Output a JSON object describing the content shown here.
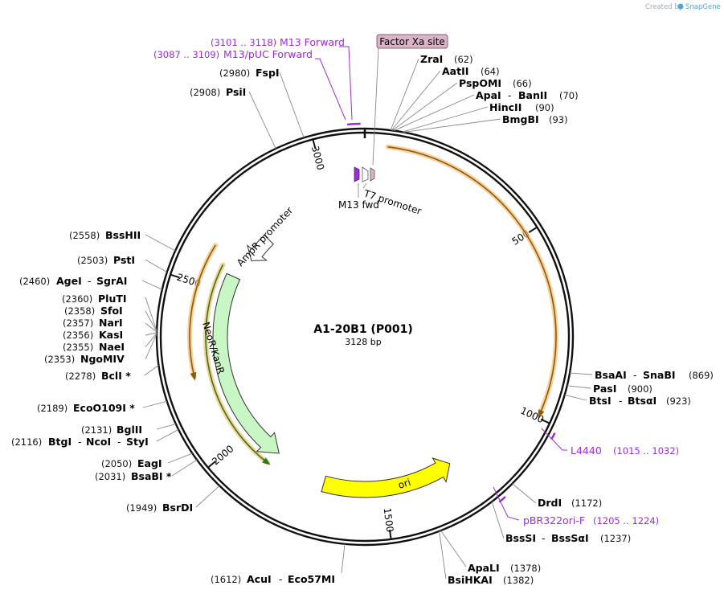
{
  "credit": {
    "prefix": "Created by",
    "brand": "SnapGene"
  },
  "plasmid": {
    "name": "A1-20B1 (P001)",
    "length_label": "3128 bp",
    "length": 3128
  },
  "ticks": [
    {
      "label": "500",
      "pos": 500
    },
    {
      "label": "1000",
      "pos": 1000
    },
    {
      "label": "1500",
      "pos": 1500
    },
    {
      "label": "2000",
      "pos": 2000
    },
    {
      "label": "2500",
      "pos": 2500
    },
    {
      "label": "3000",
      "pos": 3000
    }
  ],
  "features": [
    {
      "name": "NeoR/KanR",
      "label": "NeoR/KanR",
      "start": 2560,
      "end": 1880,
      "color": "#c8f7c5",
      "stroke": "#333333",
      "direction": "reverse"
    },
    {
      "name": "ori",
      "label": "ori",
      "start": 1270,
      "end": 1680,
      "color": "#ffff00",
      "stroke": "#333333",
      "direction": "reverse"
    },
    {
      "name": "AmpR promoter",
      "label": "AmpR promoter",
      "start": 2570,
      "end": 2700,
      "color": "#ffffff",
      "stroke": "#333333",
      "direction": "reverse"
    },
    {
      "name": "M13 fwd",
      "label": "M13 fwd",
      "color": "#9a2fd0"
    },
    {
      "name": "T7 promoter",
      "label": "T7 promoter",
      "color": "#ffffff"
    },
    {
      "name": "Factor Xa site",
      "label": "Factor Xa site",
      "color": "#d9b3c6"
    }
  ],
  "orfs": [
    {
      "start": 60,
      "end": 1000,
      "direction": "forward"
    },
    {
      "start": 2620,
      "end": 2220,
      "direction": "reverse"
    },
    {
      "start": 2580,
      "end": 1880,
      "direction": "reverse"
    }
  ],
  "enzymes_right": [
    {
      "name": "ZraI",
      "pos": "(62)"
    },
    {
      "name": "AatII",
      "pos": "(64)"
    },
    {
      "name": "PspOMI",
      "pos": "(66)"
    },
    {
      "name": "ApaI",
      "name2": "BanII",
      "pos": "(70)"
    },
    {
      "name": "HincII",
      "pos": "(90)"
    },
    {
      "name": "BmgBI",
      "pos": "(93)"
    },
    {
      "name": "BsaAI",
      "name2": "SnaBI",
      "pos": "(869)"
    },
    {
      "name": "PasI",
      "pos": "(900)"
    },
    {
      "name": "BtsI",
      "name2": "BtsαI",
      "pos": "(923)"
    },
    {
      "name": "DrdI",
      "pos": "(1172)"
    },
    {
      "name": "BssSI",
      "name2": "BssSαI",
      "pos": "(1237)"
    },
    {
      "name": "ApaLI",
      "pos": "(1378)"
    },
    {
      "name": "BsiHKAI",
      "pos": "(1382)"
    }
  ],
  "enzymes_left": [
    {
      "name": "FspI",
      "pos": "(2980)"
    },
    {
      "name": "PsiI",
      "pos": "(2908)"
    },
    {
      "name": "BssHII",
      "pos": "(2558)"
    },
    {
      "name": "PstI",
      "pos": "(2503)"
    },
    {
      "name": "AgeI",
      "name2": "SgrAI",
      "pos": "(2460)"
    },
    {
      "name": "PluTI",
      "pos": "(2360)"
    },
    {
      "name": "SfoI",
      "pos": "(2358)"
    },
    {
      "name": "NarI",
      "pos": "(2357)"
    },
    {
      "name": "KasI",
      "pos": "(2356)"
    },
    {
      "name": "NaeI",
      "pos": "(2355)"
    },
    {
      "name": "NgoMIV",
      "pos": "(2353)"
    },
    {
      "name": "BclI *",
      "pos": "(2278)"
    },
    {
      "name": "EcoO109I *",
      "pos": "(2189)"
    },
    {
      "name": "BglII",
      "pos": "(2131)"
    },
    {
      "name": "BtgI",
      "name2": "NcoI",
      "name3": "StyI",
      "pos": "(2116)"
    },
    {
      "name": "EagI",
      "pos": "(2050)"
    },
    {
      "name": "BsaBI *",
      "pos": "(2031)"
    },
    {
      "name": "BsrDI",
      "pos": "(1949)"
    }
  ],
  "enzymes_bottom": [
    {
      "name": "AcuI",
      "name2": "Eco57MI",
      "pos": "(1612)"
    }
  ],
  "primers": [
    {
      "name": "M13 Forward",
      "pos": "(3101 .. 3118)"
    },
    {
      "name": "M13/pUC Forward",
      "pos": "(3087 .. 3109)"
    },
    {
      "name": "L4440",
      "pos": "(1015 .. 1032)"
    },
    {
      "name": "pBR322ori-F",
      "pos": "(1205 .. 1224)"
    }
  ],
  "colors": {
    "primer": "#9a2fd0",
    "orf": "#f4b860",
    "backbone": "#111111"
  }
}
